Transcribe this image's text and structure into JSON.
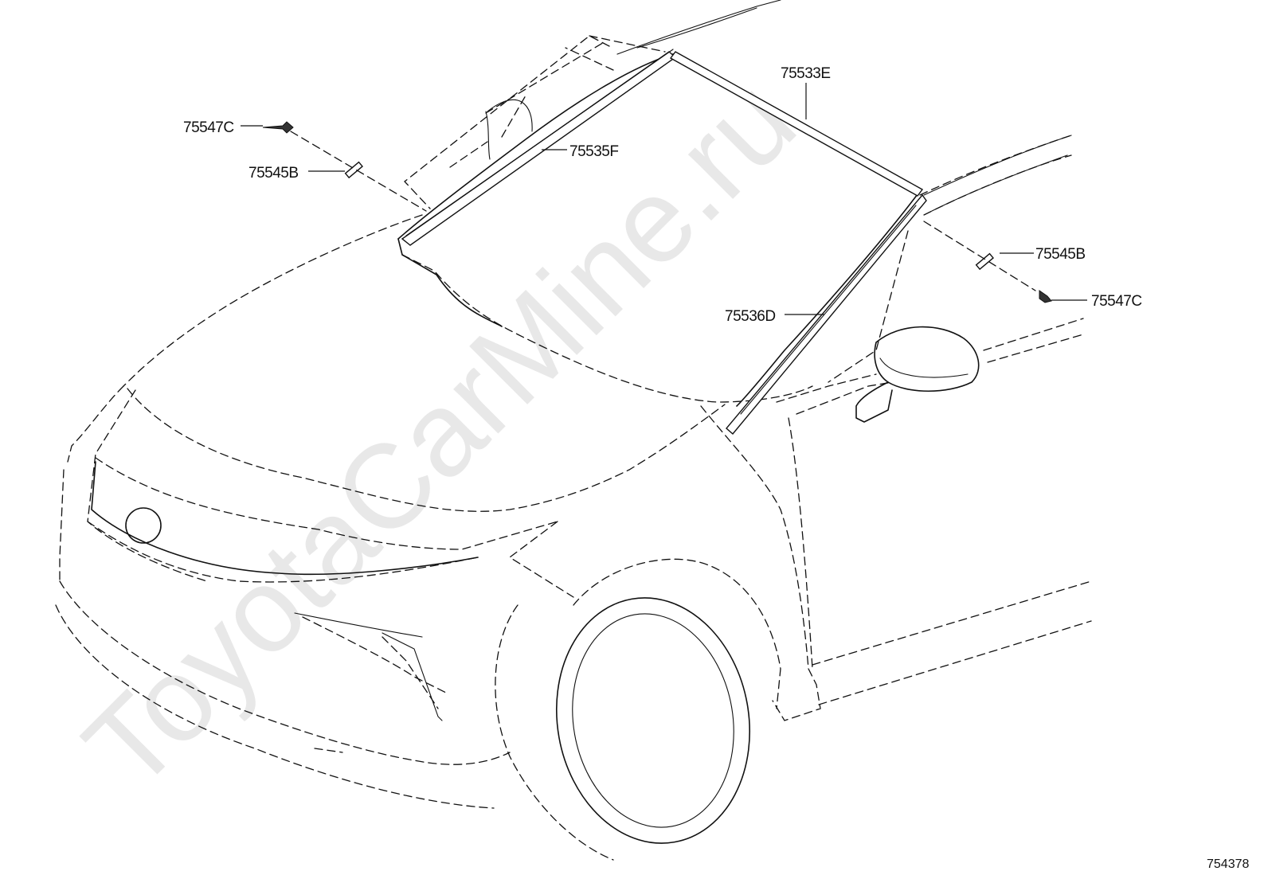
{
  "watermark": "ToyotaCarMine.ru",
  "diagram_id": "754378",
  "callouts": {
    "c_75533e": "75533E",
    "c_75535f": "75535F",
    "c_75536d": "75536D",
    "c_75545b_left": "75545B",
    "c_75547c_left": "75547C",
    "c_75545b_right": "75545B",
    "c_75547c_right": "75547C"
  }
}
